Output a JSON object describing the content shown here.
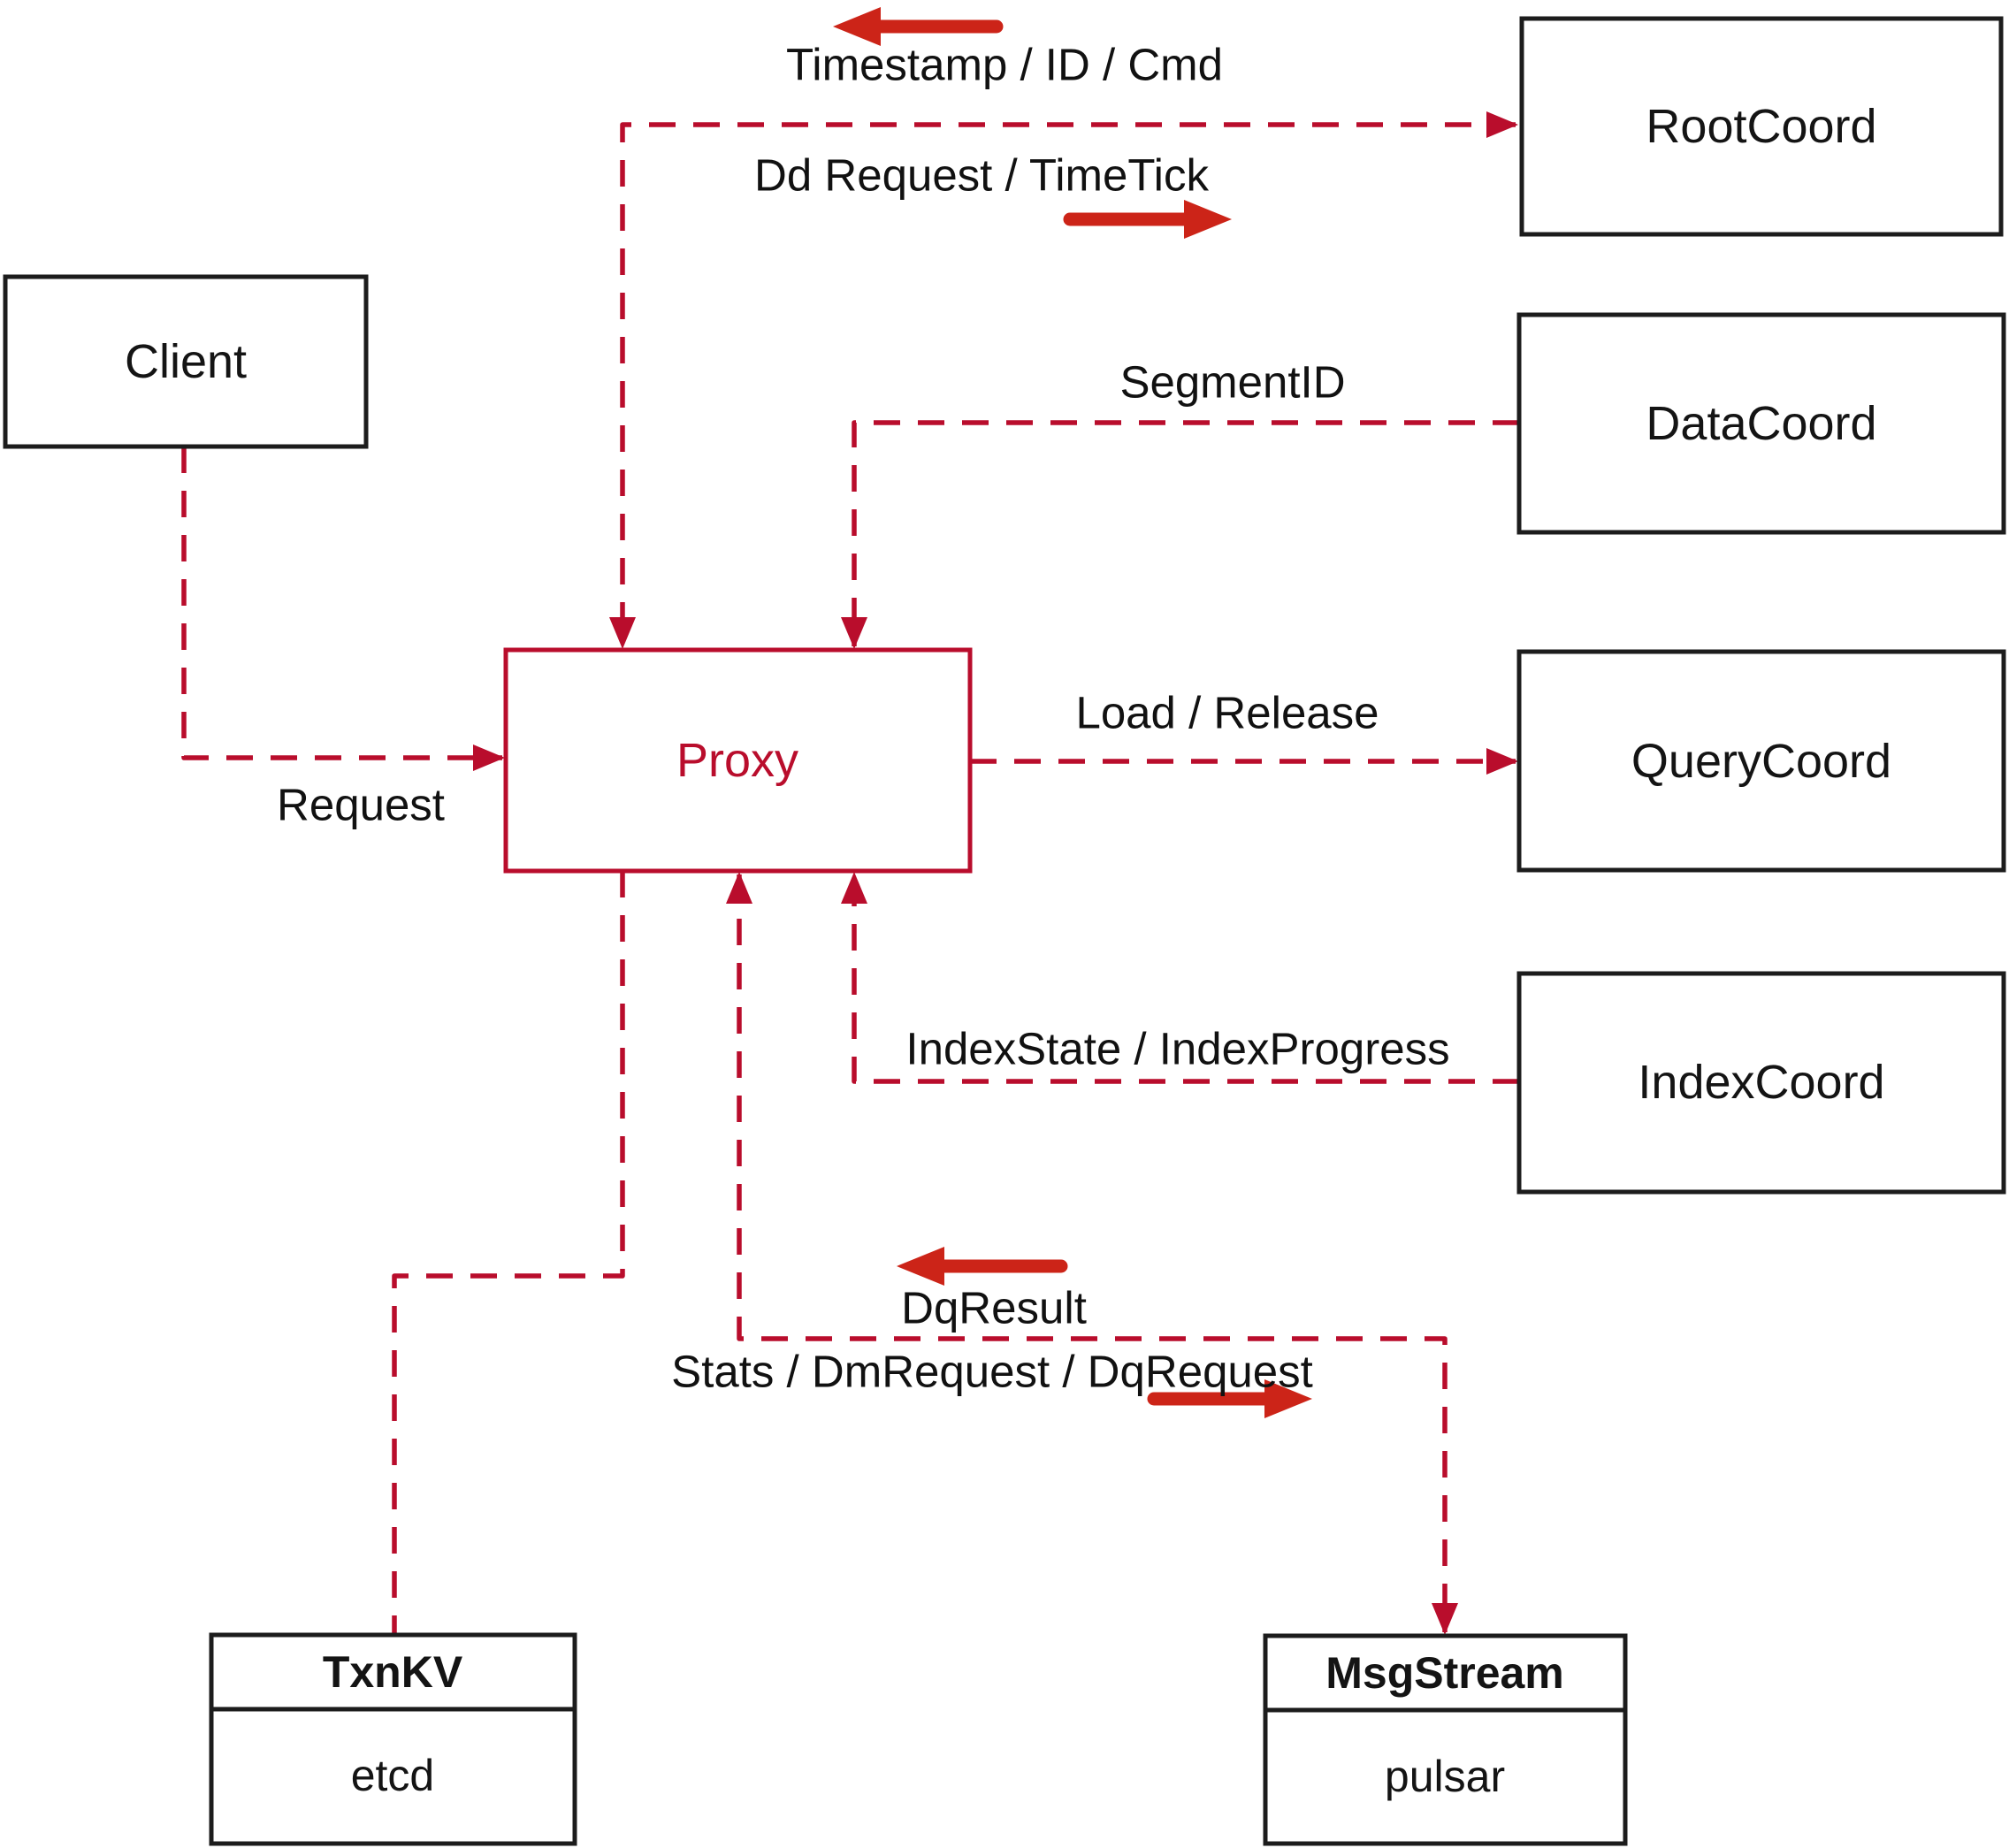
{
  "colors": {
    "edge_crimson": "#b90d2c",
    "arrow_red": "#cc2418",
    "box_border_black": "#1c1c1c",
    "label_black": "#141414",
    "background": "#ffffff"
  },
  "nodes": {
    "client": {
      "label": "Client"
    },
    "root_coord": {
      "label": "RootCoord"
    },
    "data_coord": {
      "label": "DataCoord"
    },
    "query_coord": {
      "label": "QueryCoord"
    },
    "index_coord": {
      "label": "IndexCoord"
    },
    "proxy": {
      "label": "Proxy"
    },
    "txn_kv": {
      "title": "TxnKV",
      "impl": "etcd"
    },
    "msg_stream": {
      "title": "MsgStream",
      "impl": "pulsar"
    }
  },
  "edges": {
    "proxy_rootcoord": {
      "label_to_proxy": "Timestamp / ID / Cmd",
      "label_to_rootcoord": "Dd Request / TimeTick"
    },
    "datacoord_proxy": {
      "label": "SegmentID"
    },
    "client_proxy": {
      "label": "Request"
    },
    "proxy_querycoord": {
      "label": "Load / Release"
    },
    "indexcoord_proxy": {
      "label": "IndexState / IndexProgress"
    },
    "proxy_msgstream": {
      "label_to_proxy": "DqResult",
      "label_to_msgstream": "Stats / DmRequest / DqRequest"
    }
  }
}
